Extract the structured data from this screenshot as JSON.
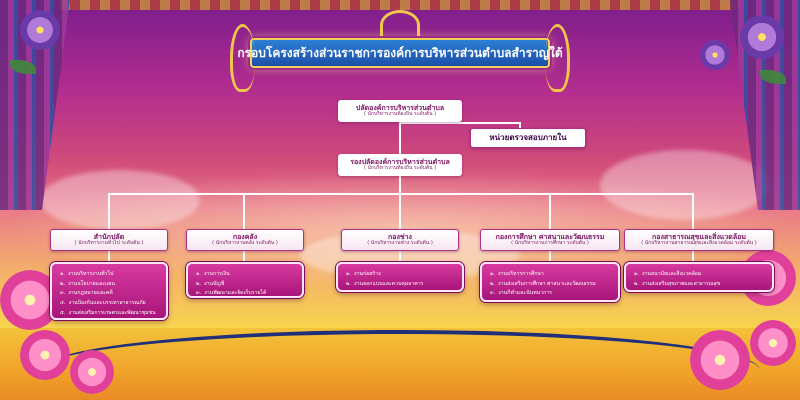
{
  "title": "กรอบโครงสร้างส่วนราชการองค์การบริหารส่วนตำบลสำราญใต้",
  "top_positions": [
    {
      "title": "ปลัดองค์การบริหารส่วนตำบล",
      "subtitle": "( นักบริหารงานท้องถิ่น ระดับต้น )"
    },
    {
      "title": "รองปลัดองค์การบริหารส่วนตำบล",
      "subtitle": "( นักบริหารงานท้องถิ่น ระดับต้น )"
    }
  ],
  "audit_unit": {
    "title": "หน่วยตรวจสอบภายใน"
  },
  "departments": [
    {
      "title": "สำนักปลัด",
      "subtitle": "( นักบริหารงานทั่วไป ระดับต้น )",
      "tasks": [
        "งานบริหารงานทั่วไป",
        "งานนโยบายและแผน",
        "งานกฎหมายและคดี",
        "งานป้องกันและบรรเทาสาธารณภัย",
        "งานส่งเสริมการเกษตรและพัฒนาชุมชน"
      ]
    },
    {
      "title": "กองคลัง",
      "subtitle": "( นักบริหารงานคลัง ระดับต้น )",
      "tasks": [
        "งานการเงิน",
        "งานบัญชี",
        "งานพัฒนาและจัดเก็บรายได้"
      ]
    },
    {
      "title": "กองช่าง",
      "subtitle": "( นักบริหารงานช่าง ระดับต้น )",
      "tasks": [
        "งานก่อสร้าง",
        "งานออกแบบและควบคุมอาคาร"
      ]
    },
    {
      "title": "กองการศึกษา ศาสนาและวัฒนธรรม",
      "subtitle": "( นักบริหารงานการศึกษา ระดับต้น )",
      "tasks": [
        "งานบริหารการศึกษา",
        "งานส่งเสริมการศึกษา ศาสนาและวัฒนธรรม",
        "งานกีฬาและนันทนาการ"
      ]
    },
    {
      "title": "กองสาธารณสุขและสิ่งแวดล้อม",
      "subtitle": "( นักบริหารงานสาธารณสุขและสิ่งแวดล้อม ระดับต้น )",
      "tasks": [
        "งานอนามัยและสิ่งแวดล้อม",
        "งานส่งเสริมสุขภาพและสาธารณสุข"
      ]
    }
  ],
  "task_numerals": [
    "๑.",
    "๒.",
    "๓.",
    "๔.",
    "๕."
  ],
  "colors": {
    "title_bg": "#1b4fa8",
    "panel_bg": "#b81e84",
    "box_text": "#7a1560",
    "connector": "#ffffff"
  }
}
